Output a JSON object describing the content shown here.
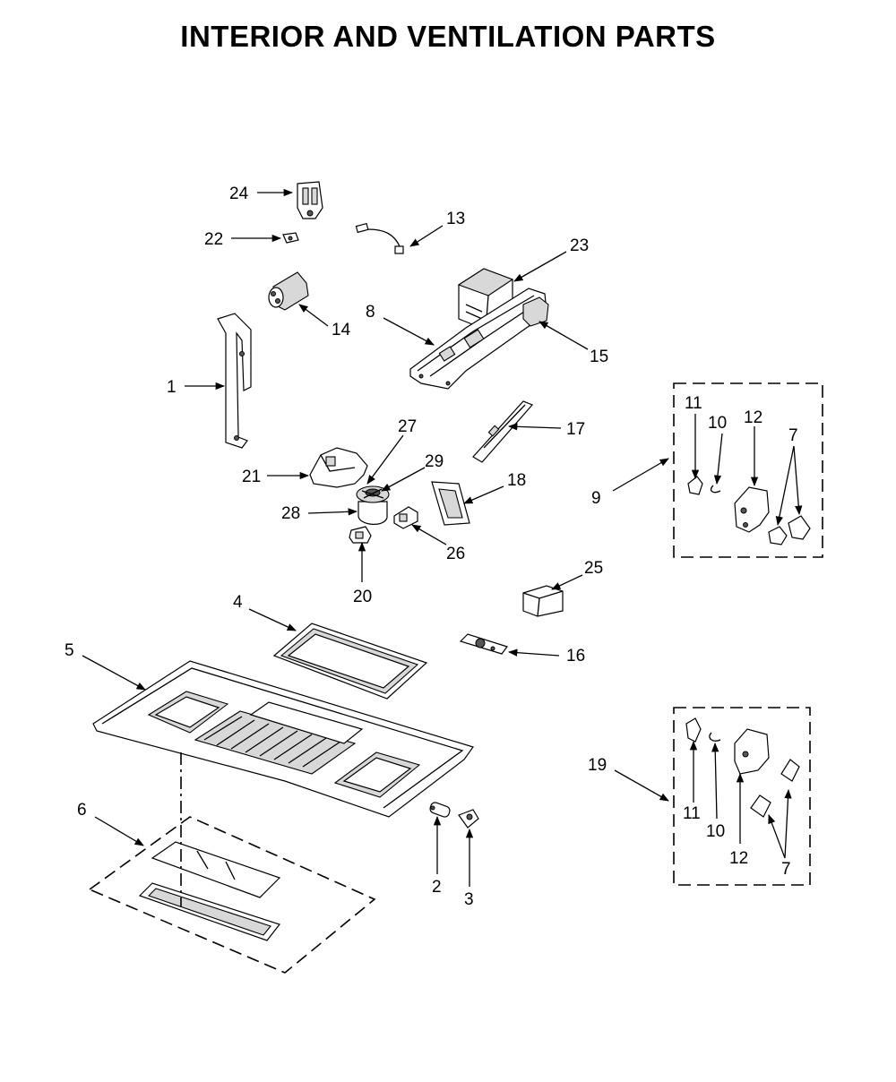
{
  "title": "INTERIOR AND VENTILATION PARTS",
  "callouts": [
    "1",
    "2",
    "3",
    "4",
    "5",
    "6",
    "7",
    "8",
    "9",
    "10",
    "11",
    "12",
    "13",
    "14",
    "15",
    "16",
    "17",
    "18",
    "19",
    "20",
    "21",
    "22",
    "23",
    "24",
    "25",
    "26",
    "27",
    "28",
    "29",
    "10",
    "11",
    "12",
    "7",
    "11",
    "10",
    "12",
    "7"
  ],
  "groups": {
    "group_9": {
      "label": "9",
      "items": [
        "11",
        "10",
        "12",
        "7"
      ]
    },
    "group_19": {
      "label": "19",
      "items": [
        "11",
        "10",
        "12",
        "7"
      ]
    }
  }
}
